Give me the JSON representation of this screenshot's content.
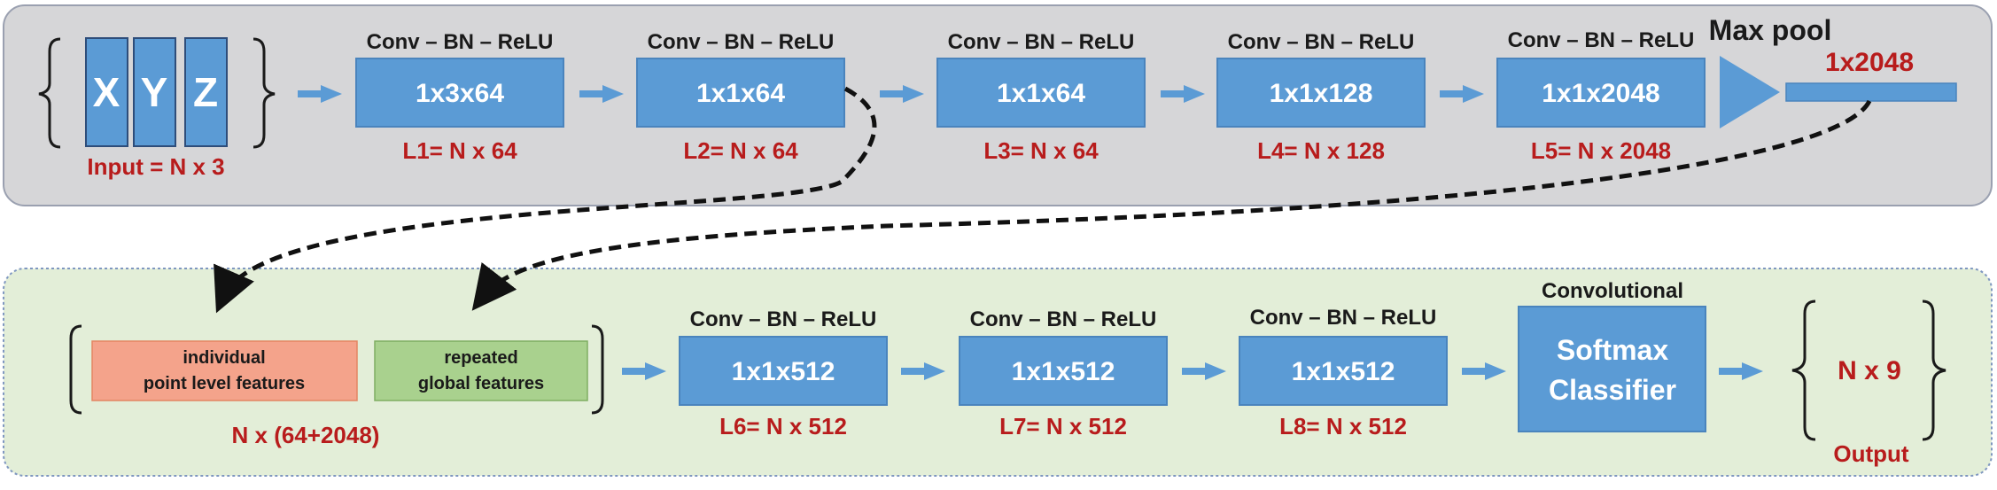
{
  "colors": {
    "top_panel_fill": "#d6d6d8",
    "top_panel_stroke": "#9aa0b0",
    "bottom_panel_fill": "#e3eed8",
    "bottom_panel_stroke": "#7f97c0",
    "block_blue": "#5b9bd5",
    "block_blue_stroke": "#4a84bd",
    "label_red": "#b81c1c",
    "individual_fill": "#f4a38b",
    "repeated_fill": "#a9d18e",
    "text_dark": "#1a1a1a",
    "text_white": "#ffffff"
  },
  "encoder": {
    "input": {
      "letters": [
        "X",
        "Y",
        "Z"
      ],
      "label": "Input = N x 3"
    },
    "layers": [
      {
        "op": "Conv – BN – ReLU",
        "block": "1x3x64",
        "out": "L1= N x 64"
      },
      {
        "op": "Conv – BN – ReLU",
        "block": "1x1x64",
        "out": "L2= N x 64"
      },
      {
        "op": "Conv – BN – ReLU",
        "block": "1x1x64",
        "out": "L3= N x 64"
      },
      {
        "op": "Conv – BN – ReLU",
        "block": "1x1x128",
        "out": "L4= N x 128"
      },
      {
        "op": "Conv – BN – ReLU",
        "block": "1x1x2048",
        "out": "L5= N x 2048"
      }
    ],
    "maxpool": {
      "title": "Max pool",
      "output": "1x2048"
    }
  },
  "decoder": {
    "concat": {
      "individual": [
        "individual",
        "point level features"
      ],
      "repeated": [
        "repeated",
        "global features"
      ],
      "label": "N x (64+2048)"
    },
    "layers": [
      {
        "op": "Conv – BN – ReLU",
        "block": "1x1x512",
        "out": "L6= N x 512"
      },
      {
        "op": "Conv – BN – ReLU",
        "block": "1x1x512",
        "out": "L7= N x 512"
      },
      {
        "op": "Conv – BN – ReLU",
        "block": "1x1x512",
        "out": "L8= N x 512"
      }
    ],
    "classifier": {
      "title": "Convolutional",
      "lines": [
        "Softmax",
        "Classifier"
      ]
    },
    "output": {
      "value": "N x 9",
      "label": "Output"
    }
  }
}
